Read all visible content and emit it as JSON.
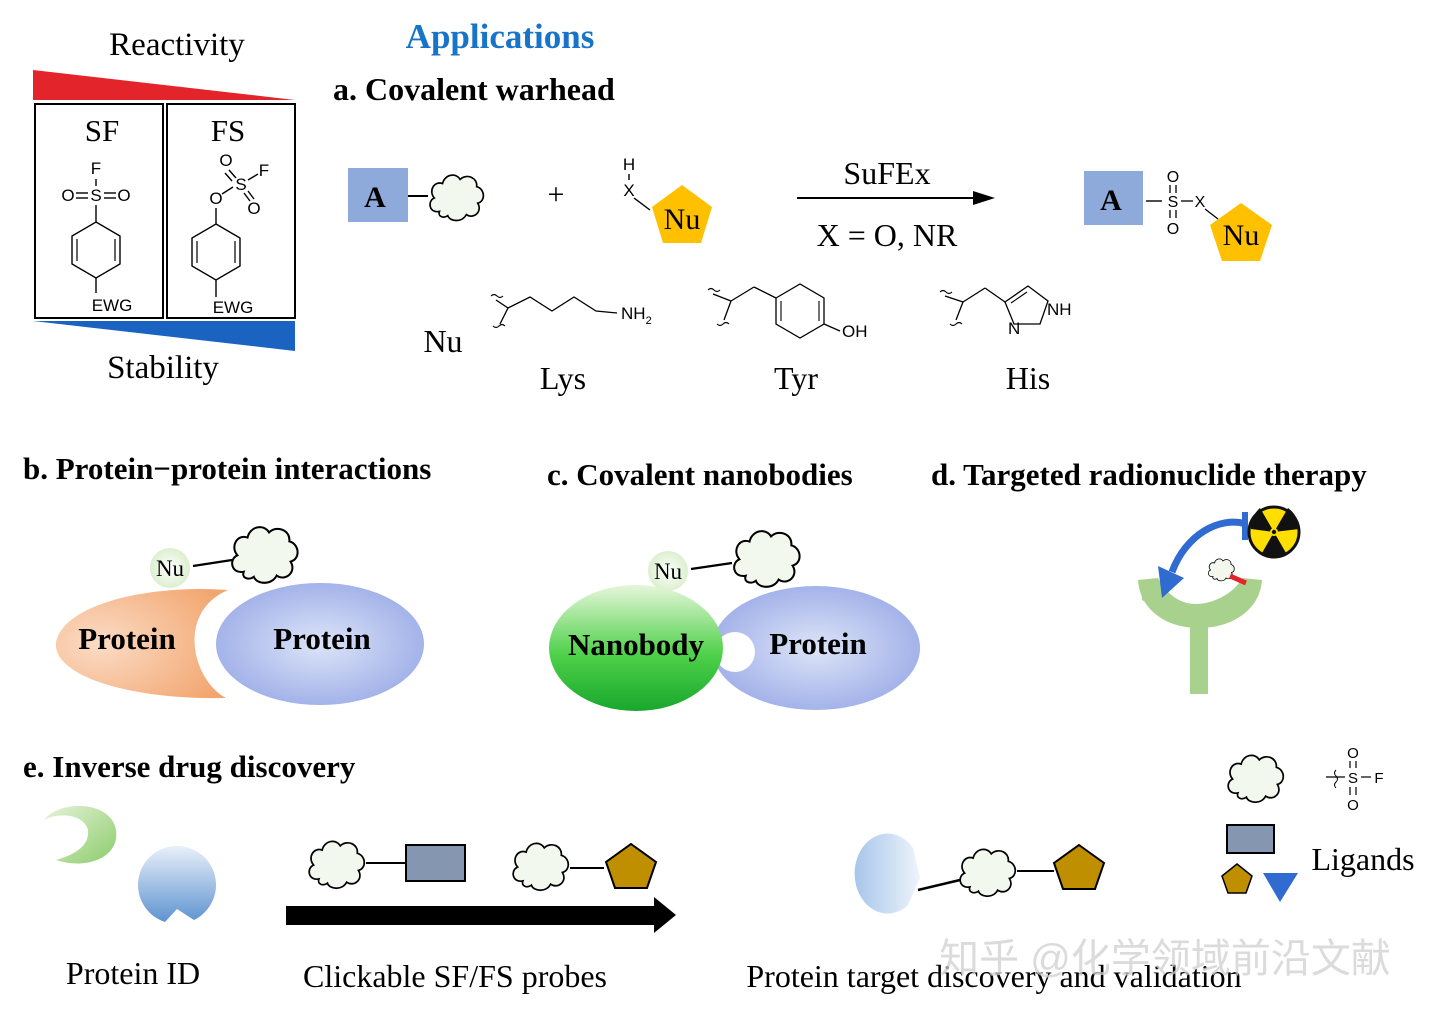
{
  "applications_heading": "Applications",
  "panel_left": {
    "reactivity": "Reactivity",
    "stability": "Stability",
    "sf": {
      "label": "SF",
      "F": "F",
      "O1": "O",
      "S": "S",
      "O2": "O",
      "ewg": "EWG"
    },
    "fs": {
      "label": "FS",
      "O_top": "O",
      "S": "S",
      "F": "F",
      "O_link": "O",
      "O_bottom": "O",
      "ewg": "EWG"
    }
  },
  "panel_a": {
    "title": "a. Covalent warhead",
    "A": "A",
    "plus": "+",
    "H": "H",
    "X": "X",
    "Nu": "Nu",
    "arrow_top": "SuFEx",
    "arrow_bottom": "X = O, NR",
    "product": {
      "A": "A",
      "O_top": "O",
      "S": "S",
      "X": "X",
      "O_bottom": "O",
      "Nu": "Nu"
    },
    "nu_label": "Nu",
    "residues": [
      {
        "name": "Lys",
        "group": "NH",
        "sub": "2"
      },
      {
        "name": "Tyr",
        "group": "OH"
      },
      {
        "name": "His",
        "group_n1": "NH",
        "group_n2": "N"
      }
    ]
  },
  "panel_b": {
    "title": "b. Protein−protein interactions",
    "nu": "Nu",
    "protein_left": "Protein",
    "protein_right": "Protein"
  },
  "panel_c": {
    "title": "c. Covalent nanobodies",
    "nu": "Nu",
    "nanobody": "Nanobody",
    "protein": "Protein"
  },
  "panel_d": {
    "title": "d. Targeted radionuclide therapy"
  },
  "panel_e": {
    "title": "e. Inverse drug discovery",
    "protein_id": "Protein ID",
    "probes": "Clickable SF/FS probes",
    "target": "Protein target discovery and validation",
    "ligands": "Ligands",
    "legend_O1": "O",
    "legend_S": "S",
    "legend_F": "F",
    "legend_O2": "O"
  },
  "watermark": "知乎 @化学领域前沿文献",
  "colors": {
    "blue_title": "#1874c8",
    "red": "#e3242b",
    "dark_blue": "#1b63c0",
    "a_box": "#8eaadb",
    "nu_yellow": "#ffc000",
    "ligand_box": "#8496b0",
    "pentagon": "#bf8f00",
    "triangle": "#2f6bd0",
    "receptor_green": "#a9d18e"
  }
}
